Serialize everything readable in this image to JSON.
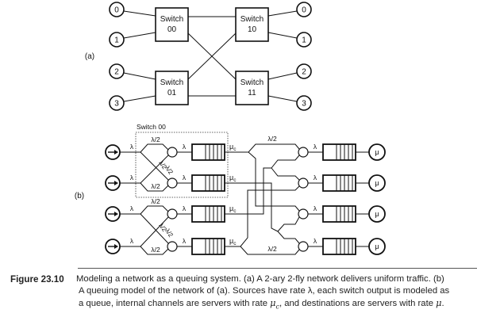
{
  "figure_a": {
    "label": "(a)",
    "switch_word": "Switch",
    "switches": [
      "00",
      "01",
      "10",
      "11"
    ],
    "left_nodes": [
      "0",
      "1",
      "2",
      "3"
    ],
    "right_nodes": [
      "0",
      "1",
      "2",
      "3"
    ]
  },
  "figure_b": {
    "label": "(b)",
    "group_label": "Switch 00",
    "source_rate": "λ",
    "half_rate": "λ/2",
    "channel_rate": "μ",
    "channel_sub": "c",
    "dest_rate": "μ"
  },
  "caption": {
    "figure_number": "Figure 23.10",
    "line1": "Modeling a network as a queuing system. (a) A 2-ary 2-fly network delivers uniform traffic. (b)",
    "line2": "A queuing model of the network of (a). Sources have rate λ, each switch output is modeled as",
    "line3_a": "a queue, internal channels are servers with rate ",
    "mu": "μ",
    "mu_sub": "c",
    "line3_b": ", and destinations are servers with rate ",
    "line3_end": "."
  }
}
